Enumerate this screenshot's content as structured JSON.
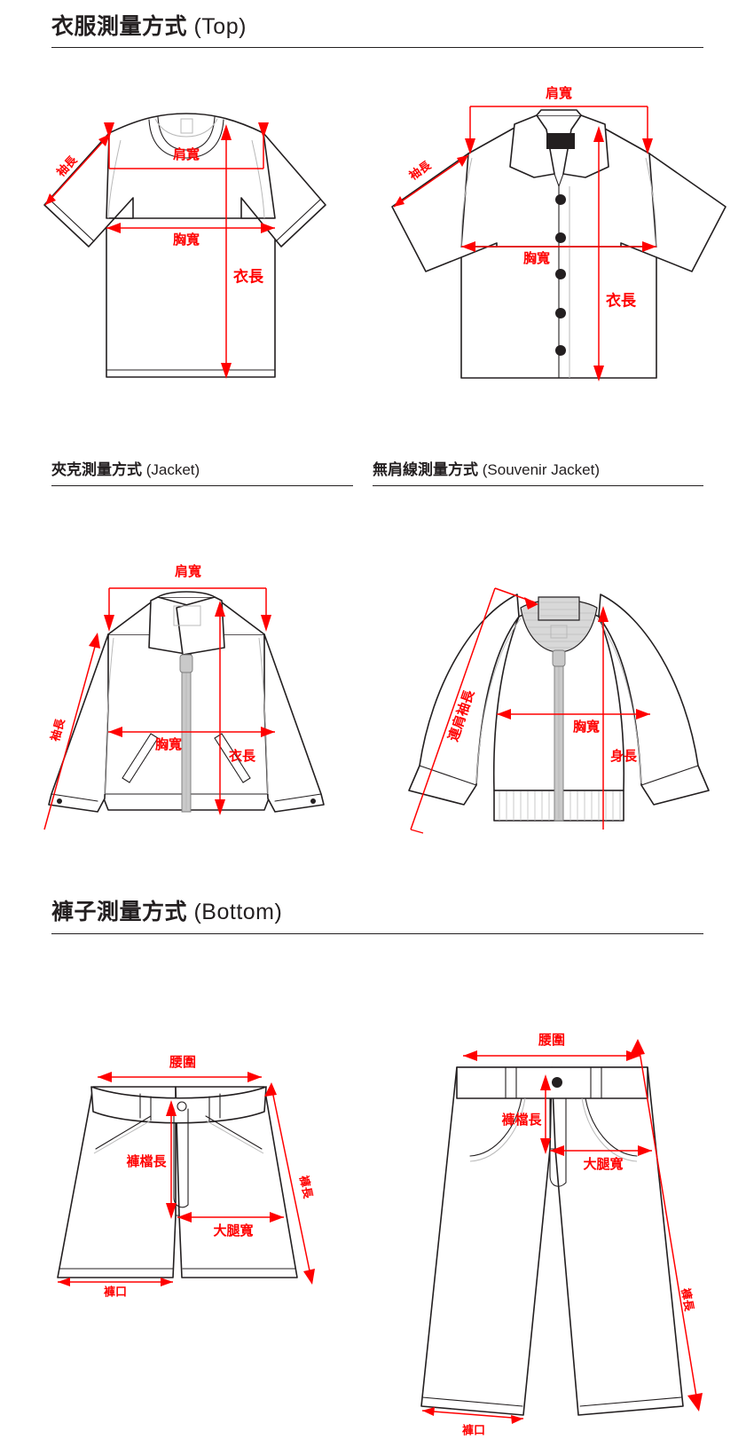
{
  "document": {
    "type": "garment-measurement-guide",
    "accent_color": "#ff0000",
    "line_color": "#231f20",
    "background": "#ffffff"
  },
  "sections": {
    "top": {
      "title_zh": "衣服測量方式",
      "title_en": "(Top)",
      "figures": [
        {
          "id": "tshirt",
          "name": "t-shirt",
          "labels": {
            "shoulder": "肩寬",
            "sleeve": "袖長",
            "chest": "胸寬",
            "length": "衣長"
          }
        },
        {
          "id": "shirt",
          "name": "short-sleeve-shirt",
          "labels": {
            "shoulder": "肩寬",
            "sleeve": "袖長",
            "chest": "胸寬",
            "length": "衣長"
          }
        }
      ]
    },
    "jacket": {
      "title_zh": "夾克測量方式",
      "title_en": "(Jacket)",
      "labels": {
        "shoulder": "肩寬",
        "sleeve": "袖長",
        "chest": "胸寬",
        "length": "衣長"
      }
    },
    "souvenir": {
      "title_zh": "無肩線測量方式",
      "title_en": "(Souvenir Jacket)",
      "labels": {
        "raglan_sleeve": "連肩袖長",
        "chest": "胸寬",
        "body_length": "身長"
      }
    },
    "bottom": {
      "title_zh": "褲子測量方式",
      "title_en": "(Bottom)",
      "figures": [
        {
          "id": "shorts",
          "name": "shorts",
          "labels": {
            "waist": "腰圍",
            "rise": "褲檔長",
            "thigh": "大腿寬",
            "length": "褲長",
            "leg_opening": "褲口"
          }
        },
        {
          "id": "pants",
          "name": "long-pants",
          "labels": {
            "waist": "腰圍",
            "rise": "褲檔長",
            "thigh": "大腿寬",
            "length": "褲長",
            "leg_opening": "褲口"
          }
        }
      ]
    }
  }
}
